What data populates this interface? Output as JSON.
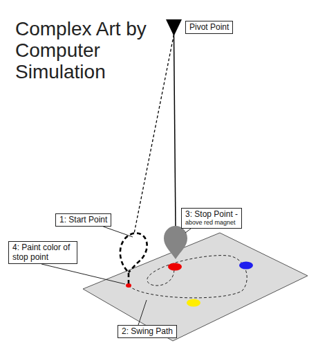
{
  "diagram": {
    "title": "Complex Art by Computer Simulation",
    "nodes": [
      {
        "text": [
          "Pivot Point"
        ]
      },
      {
        "text": [
          "1: Start Point"
        ]
      },
      {
        "text": [
          "3: Stop Point -",
          "above red magnet"
        ]
      },
      {
        "text": [
          "4: Paint color of stop point"
        ]
      },
      {
        "text": [
          "2: Swing Path"
        ]
      }
    ]
  }
}
